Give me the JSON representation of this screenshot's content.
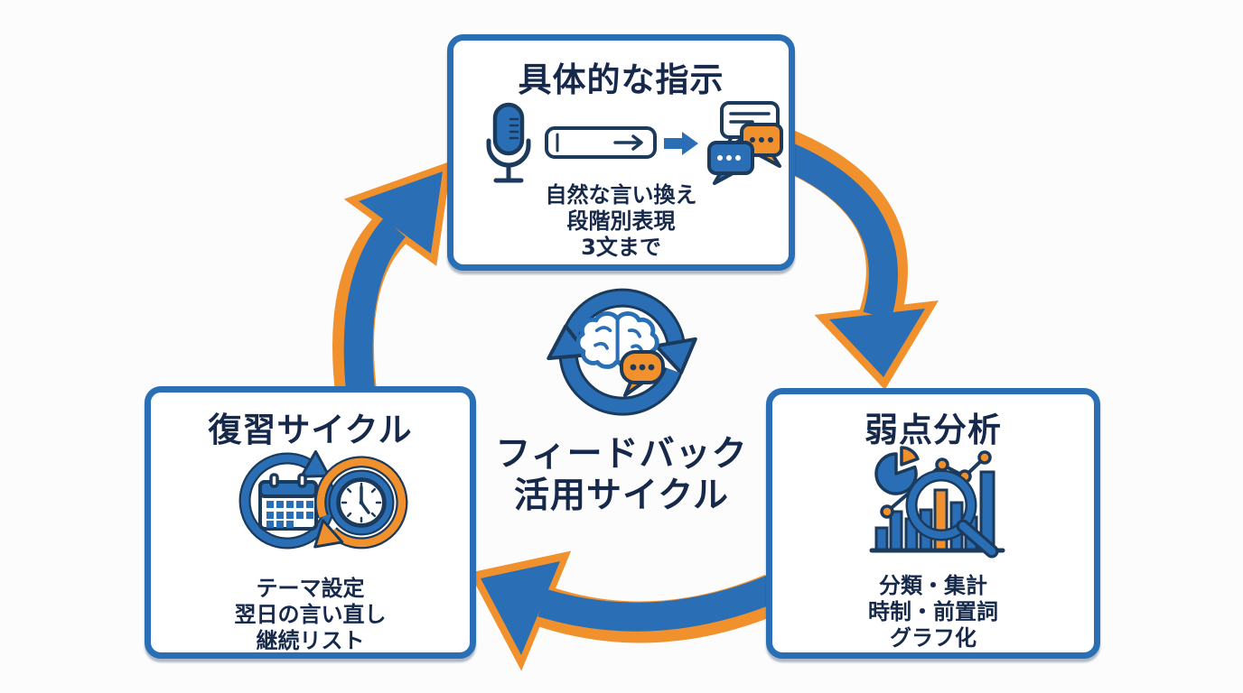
{
  "palette": {
    "blue": "#2a6fb5",
    "navy": "#1b3a5c",
    "orange": "#f0912e",
    "text": "#16294a",
    "white": "#ffffff",
    "bg": "#fcfcfc"
  },
  "center": {
    "icon": "feedback-cycle-icon",
    "title_line1": "フィードバック",
    "title_line2": "活用サイクル"
  },
  "boxes": {
    "top": {
      "title": "具体的な指示",
      "icons": [
        "microphone-icon",
        "text-input-icon",
        "arrow-right-icon",
        "chat-bubbles-icon"
      ],
      "details": [
        "自然な言い換え",
        "段階別表現",
        "3文まで"
      ]
    },
    "right": {
      "title": "弱点分析",
      "icons": [
        "pie-chart-icon",
        "line-graph-icon",
        "bar-chart-icon",
        "magnifier-icon"
      ],
      "details": [
        "分類・集計",
        "時制・前置詞",
        "グラフ化"
      ]
    },
    "left": {
      "title": "復習サイクル",
      "icons": [
        "calendar-cycle-icon",
        "clock-cycle-icon"
      ],
      "details": [
        "テーマ設定",
        "翌日の言い直し",
        "継続リスト"
      ]
    }
  },
  "arrows": [
    {
      "name": "arrow-top-to-right",
      "from": "具体的な指示",
      "to": "弱点分析"
    },
    {
      "name": "arrow-right-to-left",
      "from": "弱点分析",
      "to": "復習サイクル"
    },
    {
      "name": "arrow-left-to-top",
      "from": "復習サイクル",
      "to": "具体的な指示"
    }
  ]
}
